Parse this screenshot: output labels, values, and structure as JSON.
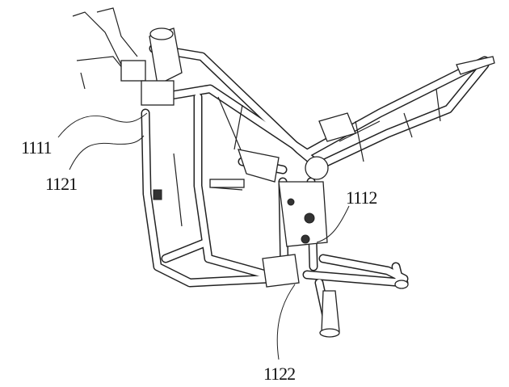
{
  "figure": {
    "subject": "motorcycle-frame",
    "reference_labels": [
      {
        "id": "1111"
      },
      {
        "id": "1121"
      },
      {
        "id": "1112"
      },
      {
        "id": "1122"
      }
    ]
  }
}
